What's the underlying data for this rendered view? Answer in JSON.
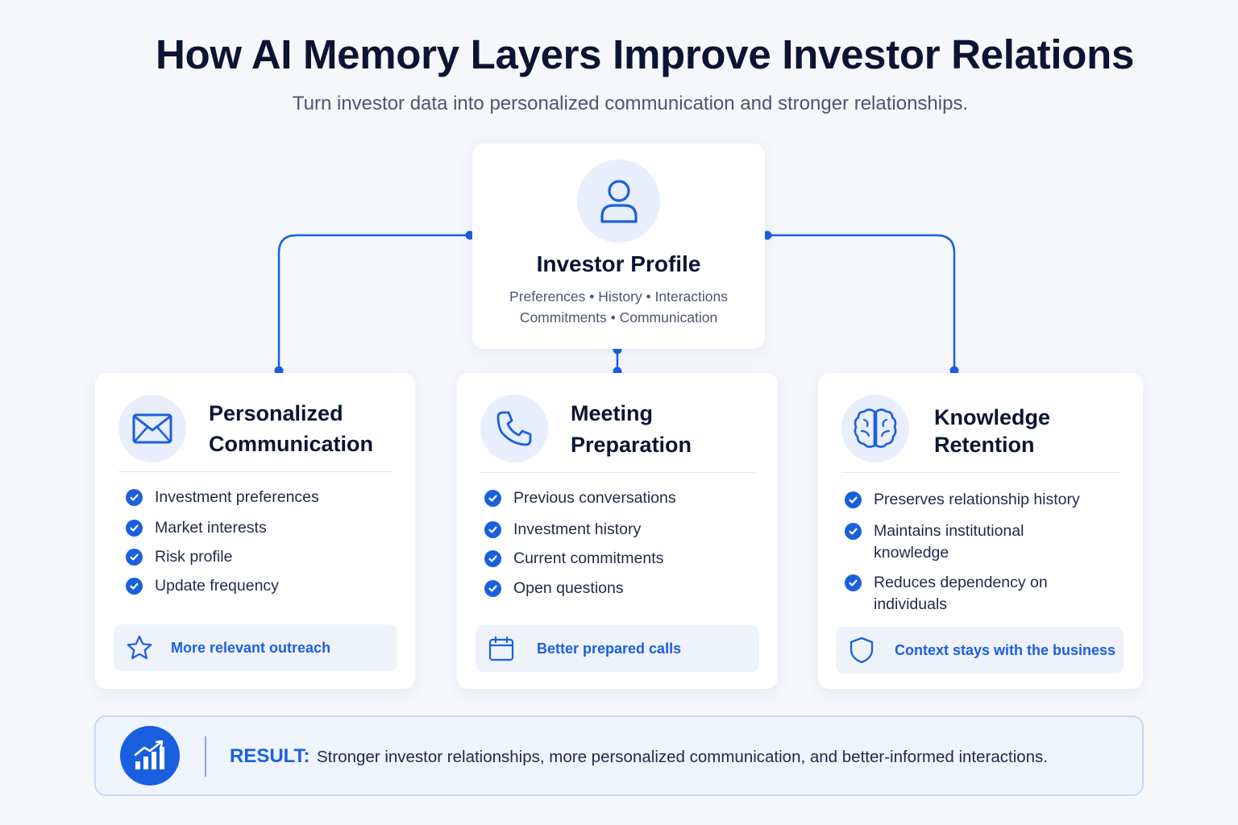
{
  "header": {
    "title": "How AI Memory Layers Improve Investor Relations",
    "subtitle": "Turn investor data into personalized communication and stronger relationships."
  },
  "profile": {
    "icon": "user-icon",
    "title": "Investor Profile",
    "line1": "Preferences • History • Interactions",
    "line2": "Commitments • Communication"
  },
  "cards": [
    {
      "icon": "envelope-icon",
      "heading_line1": "Personalized",
      "heading_line2": "Communication",
      "items": [
        "Investment preferences",
        "Market interests",
        "Risk profile",
        "Update frequency"
      ],
      "outcome_icon": "star-icon",
      "outcome": "More relevant outreach"
    },
    {
      "icon": "phone-icon",
      "heading_line1": "Meeting",
      "heading_line2": "Preparation",
      "items": [
        "Previous conversations",
        "Investment history",
        "Current commitments",
        "Open questions"
      ],
      "outcome_icon": "calendar-icon",
      "outcome": "Better prepared calls"
    },
    {
      "icon": "brain-icon",
      "heading_line1": "Knowledge",
      "heading_line2": "Retention",
      "items": [
        "Preserves relationship history",
        "Maintains institutional",
        "knowledge",
        "Reduces dependency on",
        "individuals"
      ],
      "outcome_icon": "shield-icon",
      "outcome": "Context stays with the business"
    }
  ],
  "result": {
    "icon": "chart-growth-icon",
    "label": "RESULT:",
    "text": "Stronger investor relationships, more personalized communication, and better-informed interactions."
  },
  "colors": {
    "accent": "#1a5fe0",
    "title": "#0c1433",
    "icon_bg": "#e8eefc",
    "background": "#f5f7fb"
  }
}
